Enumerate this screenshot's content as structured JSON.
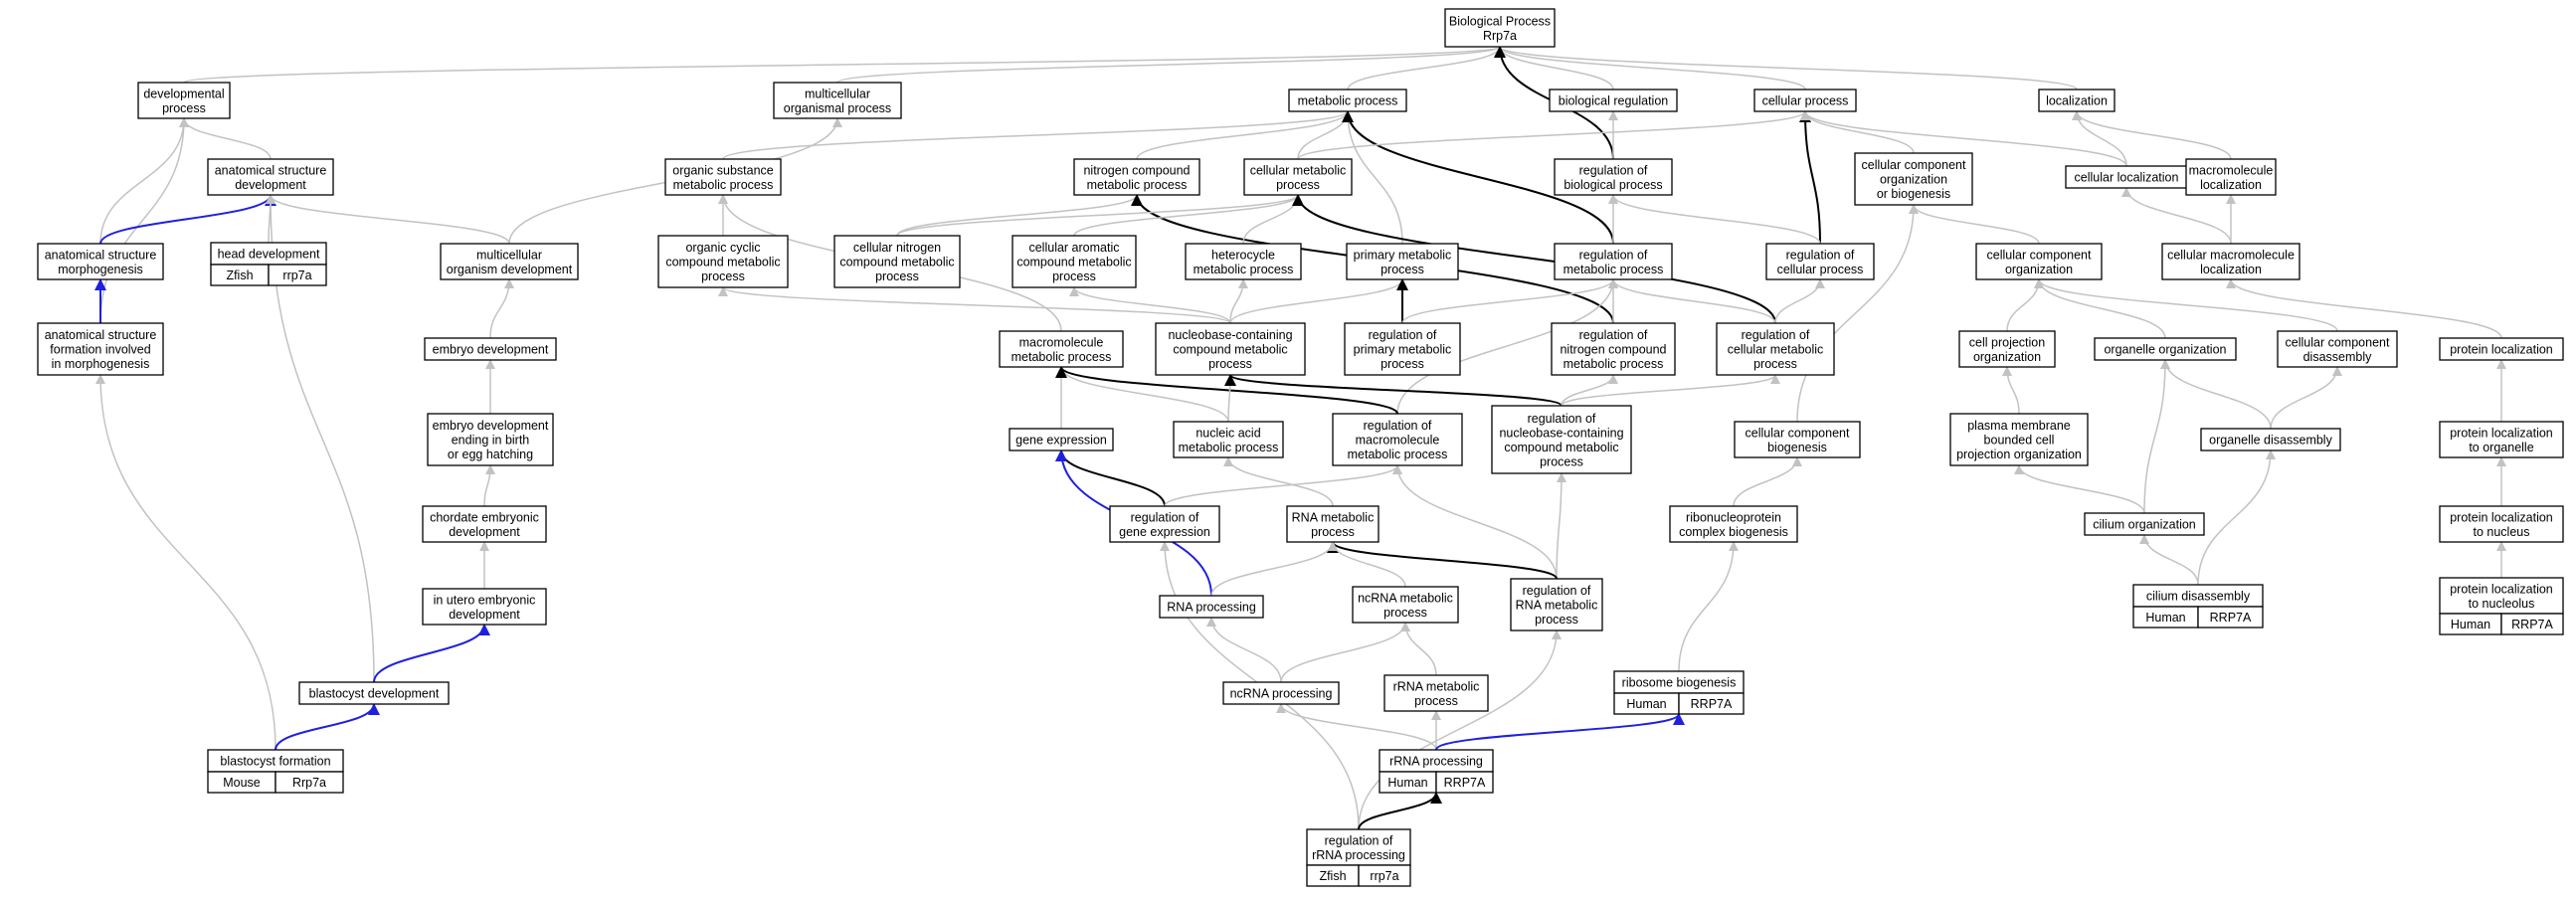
{
  "title": "",
  "colors": {
    "human": "#f0553e",
    "zfish": "#5b8ee6",
    "mouse": "#a4d8e8",
    "edge_gray": "#c2c2c2",
    "edge_black": "#000000",
    "edge_blue": "#1f1fe0"
  },
  "nodes": [
    {
      "id": "bp",
      "lines": [
        "Biological Process",
        "Rrp7a"
      ]
    },
    {
      "id": "dev",
      "lines": [
        "developmental",
        "process"
      ]
    },
    {
      "id": "multi",
      "lines": [
        "multicellular",
        "organismal process"
      ]
    },
    {
      "id": "met",
      "lines": [
        "metabolic process"
      ]
    },
    {
      "id": "bioreg",
      "lines": [
        "biological regulation"
      ]
    },
    {
      "id": "cellp",
      "lines": [
        "cellular process"
      ]
    },
    {
      "id": "loc",
      "lines": [
        "localization"
      ]
    },
    {
      "id": "asd",
      "lines": [
        "anatomical structure",
        "development"
      ]
    },
    {
      "id": "osmp",
      "lines": [
        "organic substance",
        "metabolic process"
      ]
    },
    {
      "id": "ncmp",
      "lines": [
        "nitrogen compound",
        "metabolic process"
      ]
    },
    {
      "id": "cmp",
      "lines": [
        "cellular metabolic",
        "process"
      ]
    },
    {
      "id": "rbp",
      "lines": [
        "regulation of",
        "biological process"
      ]
    },
    {
      "id": "ccob",
      "lines": [
        "cellular component",
        "organization",
        "or biogenesis"
      ]
    },
    {
      "id": "cloc",
      "lines": [
        "cellular localization"
      ]
    },
    {
      "id": "mloc",
      "lines": [
        "macromolecule",
        "localization"
      ]
    },
    {
      "id": "asm",
      "lines": [
        "anatomical structure",
        "morphogenesis"
      ]
    },
    {
      "id": "headdev",
      "lines": [
        "head development"
      ],
      "tag": {
        "species": "Zfish",
        "gene": "rrp7a",
        "color": "zfish"
      }
    },
    {
      "id": "mod",
      "lines": [
        "multicellular",
        "organism development"
      ]
    },
    {
      "id": "occmp",
      "lines": [
        "organic cyclic",
        "compound metabolic",
        "process"
      ]
    },
    {
      "id": "cncmp",
      "lines": [
        "cellular nitrogen",
        "compound metabolic",
        "process"
      ]
    },
    {
      "id": "cacmp",
      "lines": [
        "cellular aromatic",
        "compound metabolic",
        "process"
      ]
    },
    {
      "id": "hmp",
      "lines": [
        "heterocycle",
        "metabolic process"
      ]
    },
    {
      "id": "pmp",
      "lines": [
        "primary metabolic",
        "process"
      ]
    },
    {
      "id": "rmp",
      "lines": [
        "regulation of",
        "metabolic process"
      ]
    },
    {
      "id": "rcp",
      "lines": [
        "regulation of",
        "cellular process"
      ]
    },
    {
      "id": "cco",
      "lines": [
        "cellular component",
        "organization"
      ]
    },
    {
      "id": "cmloc",
      "lines": [
        "cellular macromolecule",
        "localization"
      ]
    },
    {
      "id": "asfm",
      "lines": [
        "anatomical structure",
        "formation involved",
        "in morphogenesis"
      ]
    },
    {
      "id": "embdev",
      "lines": [
        "embryo development"
      ]
    },
    {
      "id": "mmp",
      "lines": [
        "macromolecule",
        "metabolic process"
      ]
    },
    {
      "id": "nbcmp",
      "lines": [
        "nucleobase-containing",
        "compound metabolic",
        "process"
      ]
    },
    {
      "id": "rprimp",
      "lines": [
        "regulation of",
        "primary metabolic",
        "process"
      ]
    },
    {
      "id": "rncmp",
      "lines": [
        "regulation of",
        "nitrogen compound",
        "metabolic process"
      ]
    },
    {
      "id": "rcmp",
      "lines": [
        "regulation of",
        "cellular metabolic",
        "process"
      ]
    },
    {
      "id": "cpo",
      "lines": [
        "cell projection",
        "organization"
      ]
    },
    {
      "id": "oorg",
      "lines": [
        "organelle organization"
      ]
    },
    {
      "id": "ccd",
      "lines": [
        "cellular component",
        "disassembly"
      ]
    },
    {
      "id": "ploc",
      "lines": [
        "protein localization"
      ]
    },
    {
      "id": "edb",
      "lines": [
        "embryo development",
        "ending in birth",
        "or egg hatching"
      ]
    },
    {
      "id": "gexp",
      "lines": [
        "gene expression"
      ]
    },
    {
      "id": "namp",
      "lines": [
        "nucleic acid",
        "metabolic process"
      ]
    },
    {
      "id": "rmmp",
      "lines": [
        "regulation of",
        "macromolecule",
        "metabolic process"
      ]
    },
    {
      "id": "rnbcmp",
      "lines": [
        "regulation of",
        "nucleobase-containing",
        "compound metabolic",
        "process"
      ]
    },
    {
      "id": "ccbio",
      "lines": [
        "cellular component",
        "biogenesis"
      ]
    },
    {
      "id": "pmbcpo",
      "lines": [
        "plasma membrane",
        "bounded cell",
        "projection organization"
      ]
    },
    {
      "id": "odis",
      "lines": [
        "organelle disassembly"
      ]
    },
    {
      "id": "plorg",
      "lines": [
        "protein localization",
        "to organelle"
      ]
    },
    {
      "id": "ced",
      "lines": [
        "chordate embryonic",
        "development"
      ]
    },
    {
      "id": "rge",
      "lines": [
        "regulation of",
        "gene expression"
      ]
    },
    {
      "id": "rnamp",
      "lines": [
        "RNA metabolic",
        "process"
      ]
    },
    {
      "id": "rcb",
      "lines": [
        "ribonucleoprotein",
        "complex biogenesis"
      ]
    },
    {
      "id": "corg",
      "lines": [
        "cilium organization"
      ]
    },
    {
      "id": "plnuc",
      "lines": [
        "protein localization",
        "to nucleus"
      ]
    },
    {
      "id": "rrnamp",
      "lines": [
        "regulation of",
        "RNA metabolic",
        "process"
      ]
    },
    {
      "id": "ncrnamp",
      "lines": [
        "ncRNA metabolic",
        "process"
      ]
    },
    {
      "id": "rnap",
      "lines": [
        "RNA processing"
      ]
    },
    {
      "id": "iued",
      "lines": [
        "in utero embryonic",
        "development"
      ]
    },
    {
      "id": "cdis",
      "lines": [
        "cilium disassembly"
      ],
      "tag": {
        "species": "Human",
        "gene": "RRP7A",
        "color": "human"
      }
    },
    {
      "id": "plnucl",
      "lines": [
        "protein localization",
        "to nucleolus"
      ],
      "tag": {
        "species": "Human",
        "gene": "RRP7A",
        "color": "human"
      }
    },
    {
      "id": "blastdev",
      "lines": [
        "blastocyst development"
      ]
    },
    {
      "id": "ncrnap",
      "lines": [
        "ncRNA processing"
      ]
    },
    {
      "id": "rrnametp",
      "lines": [
        "rRNA metabolic",
        "process"
      ]
    },
    {
      "id": "ribobio",
      "lines": [
        "ribosome biogenesis"
      ],
      "tag": {
        "species": "Human",
        "gene": "RRP7A",
        "color": "human"
      }
    },
    {
      "id": "blastform",
      "lines": [
        "blastocyst formation"
      ],
      "tag": {
        "species": "Mouse",
        "gene": "Rrp7a",
        "color": "mouse"
      }
    },
    {
      "id": "rrnap",
      "lines": [
        "rRNA processing"
      ],
      "tag": {
        "species": "Human",
        "gene": "RRP7A",
        "color": "human"
      }
    },
    {
      "id": "rrrnap",
      "lines": [
        "regulation of",
        "rRNA processing"
      ],
      "tag": {
        "species": "Zfish",
        "gene": "rrp7a",
        "color": "zfish"
      }
    }
  ],
  "edges": [
    [
      "dev",
      "bp",
      "gray"
    ],
    [
      "multi",
      "bp",
      "gray"
    ],
    [
      "met",
      "bp",
      "gray"
    ],
    [
      "bioreg",
      "bp",
      "gray"
    ],
    [
      "cellp",
      "bp",
      "gray"
    ],
    [
      "loc",
      "bp",
      "gray"
    ],
    [
      "rbp",
      "bp",
      "black"
    ],
    [
      "asd",
      "dev",
      "gray"
    ],
    [
      "asm",
      "dev",
      "gray"
    ],
    [
      "asfm",
      "dev",
      "gray"
    ],
    [
      "mod",
      "multi",
      "gray"
    ],
    [
      "osmp",
      "met",
      "gray"
    ],
    [
      "ncmp",
      "met",
      "gray"
    ],
    [
      "cmp",
      "met",
      "gray"
    ],
    [
      "pmp",
      "met",
      "gray"
    ],
    [
      "rmp",
      "met",
      "black"
    ],
    [
      "rbp",
      "bioreg",
      "gray"
    ],
    [
      "cmp",
      "cellp",
      "gray"
    ],
    [
      "rcp",
      "cellp",
      "black"
    ],
    [
      "ccob",
      "cellp",
      "gray"
    ],
    [
      "cloc",
      "cellp",
      "gray"
    ],
    [
      "cloc",
      "loc",
      "gray"
    ],
    [
      "mloc",
      "loc",
      "gray"
    ],
    [
      "asm",
      "asd",
      "blue"
    ],
    [
      "headdev",
      "asd",
      "gray"
    ],
    [
      "mod",
      "asd",
      "gray"
    ],
    [
      "blastdev",
      "asd",
      "gray"
    ],
    [
      "occmp",
      "osmp",
      "gray"
    ],
    [
      "mmp",
      "osmp",
      "gray"
    ],
    [
      "cncmp",
      "ncmp",
      "gray"
    ],
    [
      "rncmp",
      "ncmp",
      "black"
    ],
    [
      "cncmp",
      "cmp",
      "gray"
    ],
    [
      "cacmp",
      "cmp",
      "gray"
    ],
    [
      "hmp",
      "cmp",
      "gray"
    ],
    [
      "rcmp",
      "cmp",
      "black"
    ],
    [
      "rmp",
      "rbp",
      "gray"
    ],
    [
      "rcp",
      "rbp",
      "gray"
    ],
    [
      "cco",
      "ccob",
      "gray"
    ],
    [
      "ccbio",
      "ccob",
      "gray"
    ],
    [
      "cmloc",
      "cloc",
      "gray"
    ],
    [
      "cmloc",
      "mloc",
      "gray"
    ],
    [
      "asfm",
      "asm",
      "blue"
    ],
    [
      "embdev",
      "mod",
      "gray"
    ],
    [
      "nbcmp",
      "occmp",
      "gray"
    ],
    [
      "nbcmp",
      "cacmp",
      "gray"
    ],
    [
      "nbcmp",
      "hmp",
      "gray"
    ],
    [
      "nbcmp",
      "pmp",
      "gray"
    ],
    [
      "rprimp",
      "pmp",
      "black"
    ],
    [
      "rprimp",
      "rmp",
      "gray"
    ],
    [
      "rncmp",
      "rmp",
      "gray"
    ],
    [
      "rcmp",
      "rmp",
      "gray"
    ],
    [
      "rmmp",
      "rmp",
      "gray"
    ],
    [
      "rcmp",
      "rcp",
      "gray"
    ],
    [
      "cpo",
      "cco",
      "gray"
    ],
    [
      "oorg",
      "cco",
      "gray"
    ],
    [
      "ccd",
      "cco",
      "gray"
    ],
    [
      "ploc",
      "cmloc",
      "gray"
    ],
    [
      "blastform",
      "asfm",
      "gray"
    ],
    [
      "edb",
      "embdev",
      "gray"
    ],
    [
      "gexp",
      "mmp",
      "gray"
    ],
    [
      "namp",
      "mmp",
      "gray"
    ],
    [
      "rmmp",
      "mmp",
      "black"
    ],
    [
      "namp",
      "nbcmp",
      "gray"
    ],
    [
      "rnbcmp",
      "nbcmp",
      "black"
    ],
    [
      "rnbcmp",
      "rncmp",
      "gray"
    ],
    [
      "rnbcmp",
      "rcmp",
      "gray"
    ],
    [
      "pmbcpo",
      "cpo",
      "gray"
    ],
    [
      "corg",
      "oorg",
      "gray"
    ],
    [
      "odis",
      "oorg",
      "gray"
    ],
    [
      "odis",
      "ccd",
      "gray"
    ],
    [
      "plorg",
      "ploc",
      "gray"
    ],
    [
      "ced",
      "edb",
      "gray"
    ],
    [
      "rge",
      "gexp",
      "black"
    ],
    [
      "rnap",
      "gexp",
      "blue"
    ],
    [
      "rnamp",
      "namp",
      "gray"
    ],
    [
      "rge",
      "rmmp",
      "gray"
    ],
    [
      "rrnamp",
      "rmmp",
      "gray"
    ],
    [
      "rrnamp",
      "rnbcmp",
      "gray"
    ],
    [
      "rcb",
      "ccbio",
      "gray"
    ],
    [
      "corg",
      "pmbcpo",
      "gray"
    ],
    [
      "cdis",
      "odis",
      "gray"
    ],
    [
      "plnuc",
      "plorg",
      "gray"
    ],
    [
      "iued",
      "ced",
      "gray"
    ],
    [
      "rrrnap",
      "rge",
      "gray"
    ],
    [
      "rrnamp",
      "rnamp",
      "black"
    ],
    [
      "rnap",
      "rnamp",
      "gray"
    ],
    [
      "ncrnamp",
      "rnamp",
      "gray"
    ],
    [
      "ribobio",
      "rcb",
      "gray"
    ],
    [
      "cdis",
      "corg",
      "gray"
    ],
    [
      "plnucl",
      "plnuc",
      "gray"
    ],
    [
      "rrrnap",
      "rrnamp",
      "gray"
    ],
    [
      "ncrnap",
      "ncrnamp",
      "gray"
    ],
    [
      "rrnametp",
      "ncrnamp",
      "gray"
    ],
    [
      "ncrnap",
      "rnap",
      "gray"
    ],
    [
      "blastdev",
      "iued",
      "blue"
    ],
    [
      "rrnap",
      "ncrnap",
      "gray"
    ],
    [
      "rrnap",
      "rrnametp",
      "gray"
    ],
    [
      "rrnap",
      "ribobio",
      "blue"
    ],
    [
      "blastform",
      "blastdev",
      "blue"
    ],
    [
      "rrrnap",
      "rrnap",
      "black"
    ]
  ]
}
